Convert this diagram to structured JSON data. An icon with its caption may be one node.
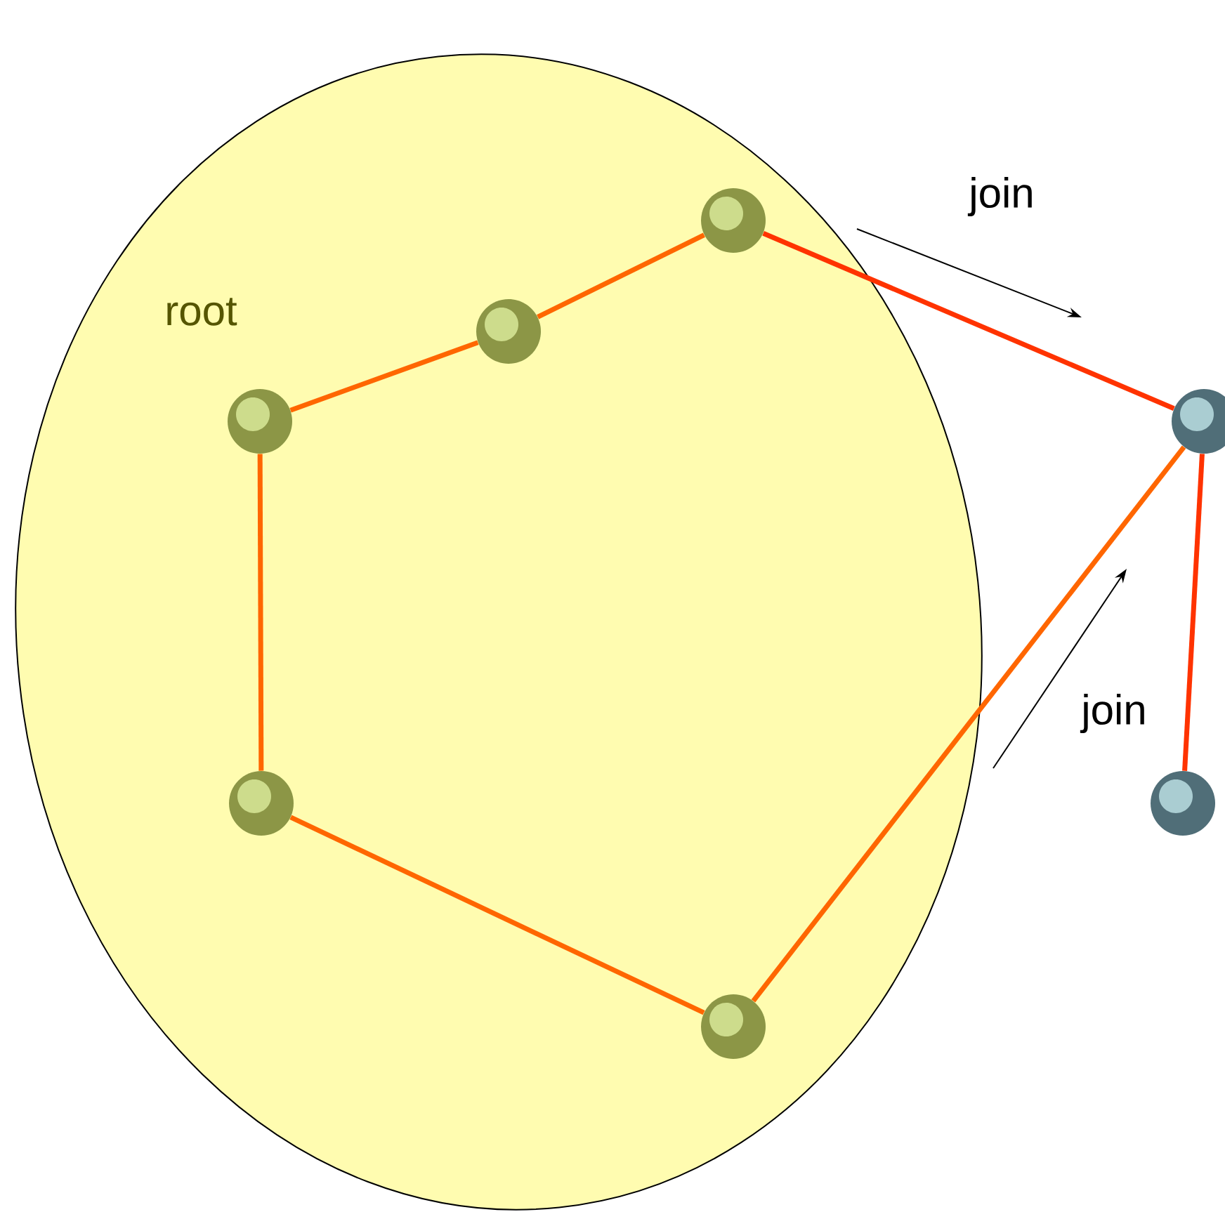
{
  "diagram": {
    "nodes": [
      {
        "text": [],
        "shape": "ellipse"
      },
      {
        "text": [],
        "shape": "circle",
        "in": 0
      },
      {
        "text": [],
        "shape": "circle",
        "in": 0
      },
      {
        "text": [],
        "shape": "circle",
        "in": 0
      },
      {
        "text": [],
        "shape": "circle",
        "in": 0
      },
      {
        "text": [],
        "shape": "circle",
        "in": 0
      },
      {
        "text": [],
        "shape": "circle"
      },
      {
        "text": [],
        "shape": "circle"
      }
    ],
    "edges": [
      {
        "from": 1,
        "to": 2,
        "arrow": "none"
      },
      {
        "from": 2,
        "to": 3,
        "arrow": "none"
      },
      {
        "from": 3,
        "to": 6,
        "arrow": "none",
        "color": "#ff3300"
      },
      {
        "from": 1,
        "to": 4,
        "arrow": "none"
      },
      {
        "from": 4,
        "to": 5,
        "arrow": "none"
      },
      {
        "from": 5,
        "to": 6,
        "arrow": "none"
      },
      {
        "from": 6,
        "to": 7,
        "arrow": "none",
        "color": "#ff3300"
      }
    ],
    "labels": [
      "join",
      "root",
      "join"
    ]
  }
}
